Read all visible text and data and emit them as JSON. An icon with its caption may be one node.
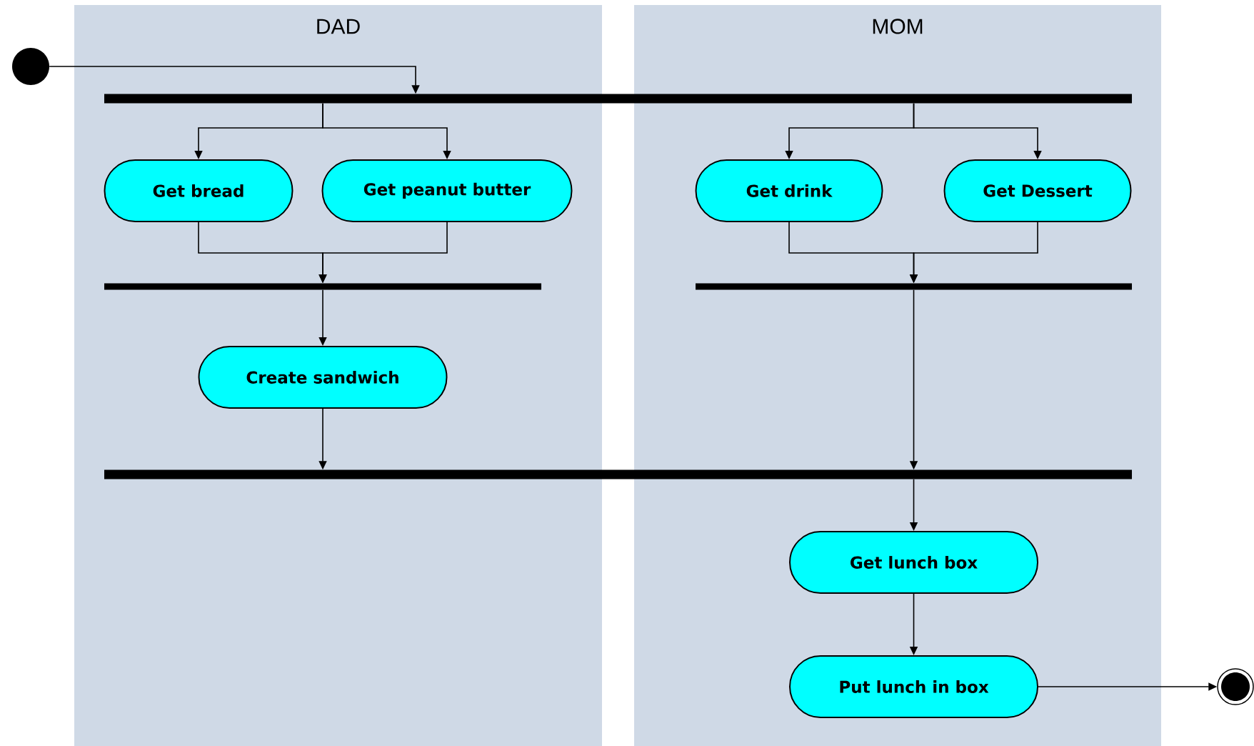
{
  "diagram": {
    "nodes": [
      {
        "text": [
          "DAD"
        ]
      },
      {
        "text": [
          "MOM"
        ]
      },
      {
        "text": [],
        "shape": "circle"
      },
      {
        "text": [],
        "shape": "bar"
      },
      {
        "text": [
          "Get bread"
        ],
        "in": 0
      },
      {
        "text": [
          "Get peanut butter"
        ],
        "in": 0
      },
      {
        "text": [
          "Get drink"
        ],
        "in": 1
      },
      {
        "text": [
          "Get Dessert"
        ],
        "in": 1
      },
      {
        "text": [],
        "shape": "bar",
        "in": 0
      },
      {
        "text": [],
        "shape": "bar",
        "in": 1
      },
      {
        "text": [
          "Create sandwich"
        ],
        "in": 0
      },
      {
        "text": [],
        "shape": "bar"
      },
      {
        "text": [
          "Get lunch box"
        ],
        "in": 1
      },
      {
        "text": [
          "Put lunch in box"
        ],
        "in": 1
      },
      {
        "text": [],
        "shape": "circle"
      }
    ],
    "edges": [
      {
        "from": 2,
        "to": 3,
        "arrow": "to"
      },
      {
        "from": 3,
        "to": 4,
        "arrow": "to"
      },
      {
        "from": 3,
        "to": 5,
        "arrow": "to"
      },
      {
        "from": 3,
        "to": 6,
        "arrow": "to"
      },
      {
        "from": 3,
        "to": 7,
        "arrow": "to"
      },
      {
        "from": 4,
        "to": 8,
        "arrow": "to"
      },
      {
        "from": 5,
        "to": 8,
        "arrow": "to"
      },
      {
        "from": 8,
        "to": 10,
        "arrow": "to"
      },
      {
        "from": 10,
        "to": 11,
        "arrow": "to"
      },
      {
        "from": 6,
        "to": 9,
        "arrow": "to"
      },
      {
        "from": 7,
        "to": 9,
        "arrow": "to"
      },
      {
        "from": 9,
        "to": 11,
        "arrow": "to"
      },
      {
        "from": 11,
        "to": 12,
        "arrow": "to"
      },
      {
        "from": 12,
        "to": 13,
        "arrow": "to"
      },
      {
        "from": 13,
        "to": 14,
        "arrow": "to"
      }
    ]
  }
}
